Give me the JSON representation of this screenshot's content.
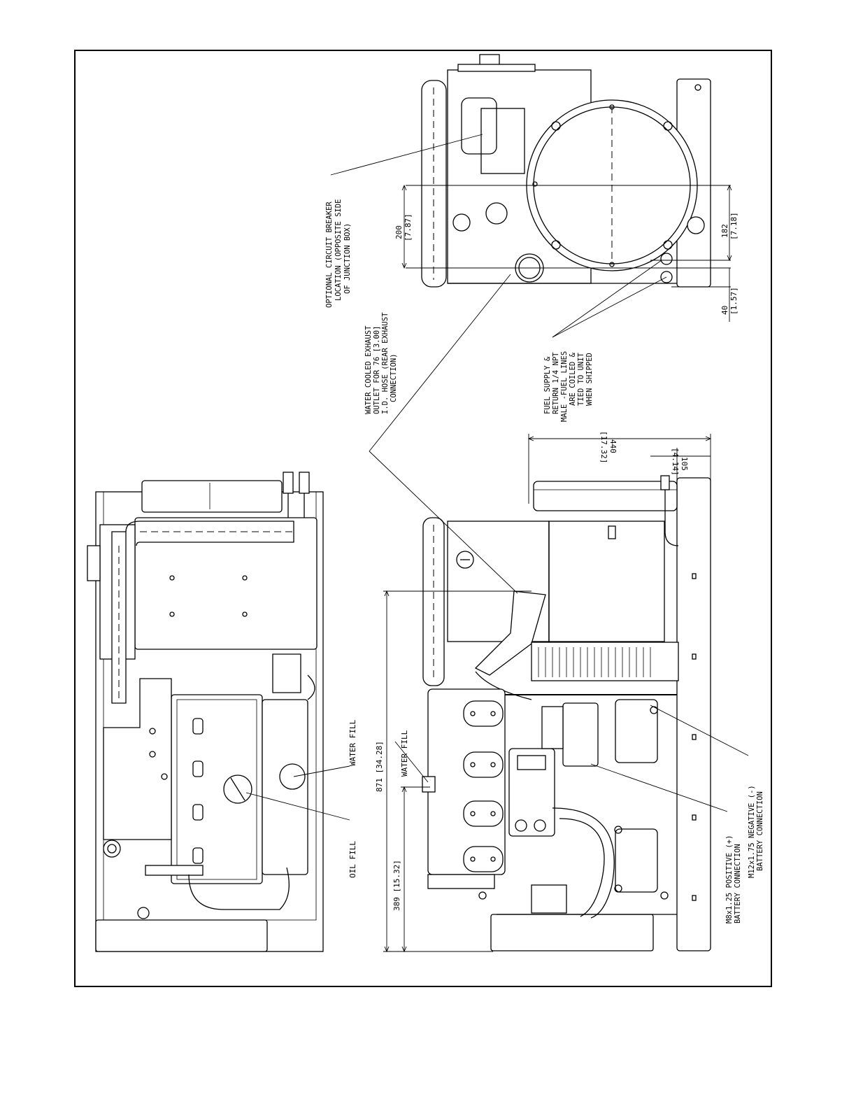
{
  "labels": {
    "circuit_breaker": [
      "OPTIONAL CIRCUIT BREAKER",
      "LOCATION (OPPOSITE SIDE",
      "OF JUNCTION BOX)"
    ],
    "exhaust": [
      "WATER COOLED EXHAUST",
      "OUTLET FOR 76 [3.00]",
      "I.D. HOSE (REAR EXHAUST",
      "CONNECTION)"
    ],
    "fuel": [
      "FUEL SUPPLY &",
      "RETURN 1/4 NPT",
      "MALE -FUEL LINES",
      "ARE COILED &",
      "TIED TO UNIT",
      "WHEN SHIPPED"
    ],
    "water_fill_top": "WATER FILL",
    "oil_fill": "OIL FILL",
    "water_fill_side": "WATER FILL",
    "positive_battery": [
      "M8x1.25 POSITIVE (+)",
      "BATTERY CONNECTION"
    ],
    "negative_battery": [
      "M12x1.75 NEGATIVE (-)",
      "BATTERY CONNECTION"
    ]
  },
  "dimensions": {
    "d200": [
      "200",
      "[7.87]"
    ],
    "d182": [
      "182",
      "[7.18]"
    ],
    "d40": [
      "40",
      "[1.57]"
    ],
    "d440": [
      "440",
      "[17.32]"
    ],
    "d105": [
      "105",
      "[4.14]"
    ],
    "d871": "871 [34.28]",
    "d389": "389 [15.32]"
  }
}
